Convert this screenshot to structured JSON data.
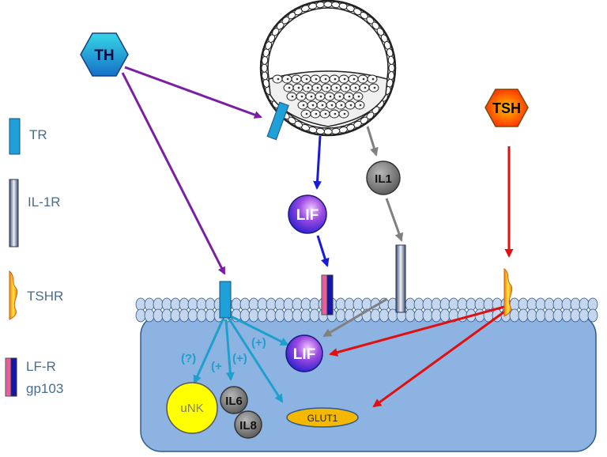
{
  "legend": {
    "tr": "TR",
    "il1r": "IL-1R",
    "tshr": "TSHR",
    "lfr_line1": "LF-R",
    "lfr_line2": "gp103"
  },
  "hormones": {
    "th": "TH",
    "tsh": "TSH"
  },
  "cytokines": {
    "il1": "IL1",
    "lif_top": "LIF",
    "lif_cell": "LIF",
    "il6": "IL6",
    "il8": "IL8",
    "unk": "uNK",
    "glut1": "GLUT1"
  },
  "effects": {
    "unknown": "(?)",
    "plus1": "(+",
    "plus2": "(+)",
    "plus3": "(+)"
  },
  "colors": {
    "th_arrow": "#7b1fa2",
    "lif_arrow": "#1a1adb",
    "il1_arrow": "#808080",
    "tsh_arrow": "#e01010",
    "tr_arrow": "#1ea0cc",
    "cell": "#8db3e2",
    "membrane": "#c5d6ef"
  }
}
